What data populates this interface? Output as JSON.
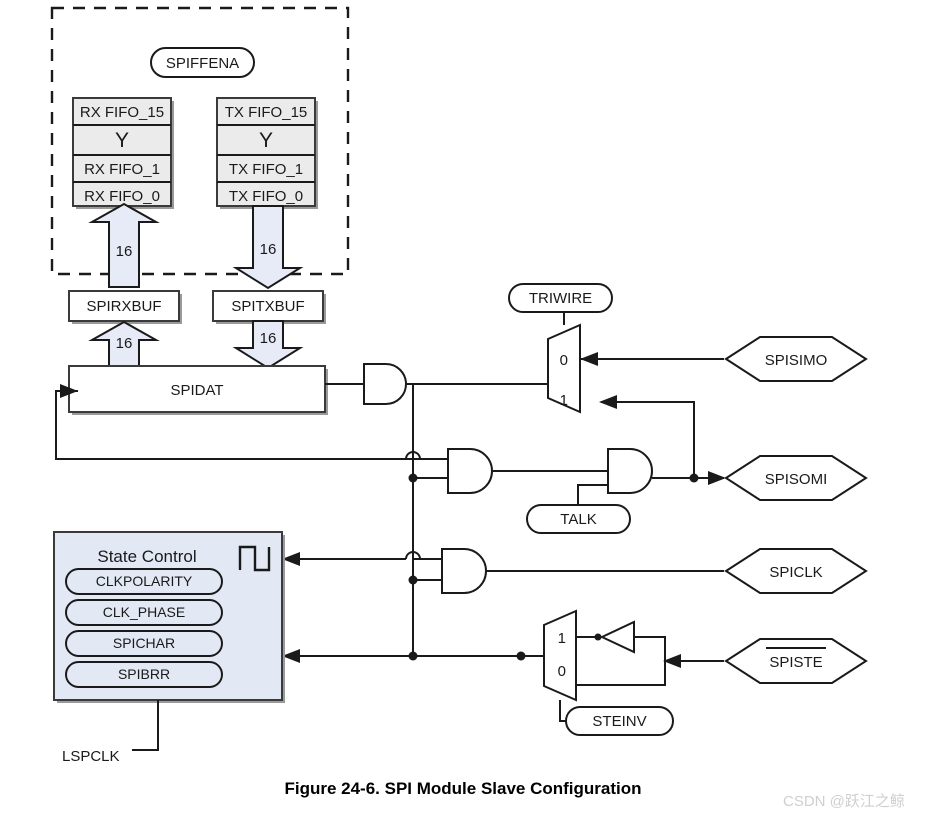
{
  "figure": {
    "caption": "Figure 24-6. SPI Module Slave Configuration",
    "watermark": "CSDN @跃江之鲸"
  },
  "colors": {
    "fifo_fill": "#ebebeb",
    "arrow_fill": "#e6ebf7",
    "state_fill": "#e3e8f5",
    "box_fill": "#ffffff",
    "stroke": "#1a1a1a"
  },
  "fifo_block": {
    "enable_register": "SPIFFENA",
    "rx_column": {
      "name": "RX FIFO",
      "cells": [
        "RX FIFO_15",
        "Y",
        "RX FIFO_1",
        "RX FIFO_0"
      ]
    },
    "tx_column": {
      "name": "TX FIFO",
      "cells": [
        "TX FIFO_15",
        "Y",
        "TX FIFO_1",
        "TX FIFO_0"
      ]
    },
    "rx_bus_width": "16",
    "tx_bus_width": "16"
  },
  "buffers": {
    "rx_buffer": "SPIRXBUF",
    "tx_buffer": "SPITXBUF",
    "rx_bus_width": "16",
    "tx_bus_width": "16"
  },
  "shift_register": {
    "label": "SPIDAT"
  },
  "state_control": {
    "title": "State Control",
    "clock_icon": "square-wave-icon",
    "registers": [
      "CLKPOLARITY",
      "CLK_PHASE",
      "SPICHAR",
      "SPIBRR"
    ],
    "clock_source": "LSPCLK"
  },
  "muxes": {
    "triwire": {
      "select_register": "TRIWIRE",
      "input_labels": [
        "0",
        "1"
      ]
    },
    "steinv": {
      "select_register": "STEINV",
      "input_labels": [
        "1",
        "0"
      ]
    }
  },
  "gates": {
    "talk_register": "TALK"
  },
  "ports": [
    {
      "name": "SPISIMO",
      "overline": false
    },
    {
      "name": "SPISOMI",
      "overline": false
    },
    {
      "name": "SPICLK",
      "overline": false
    },
    {
      "name": "SPISTE",
      "overline": true
    }
  ]
}
